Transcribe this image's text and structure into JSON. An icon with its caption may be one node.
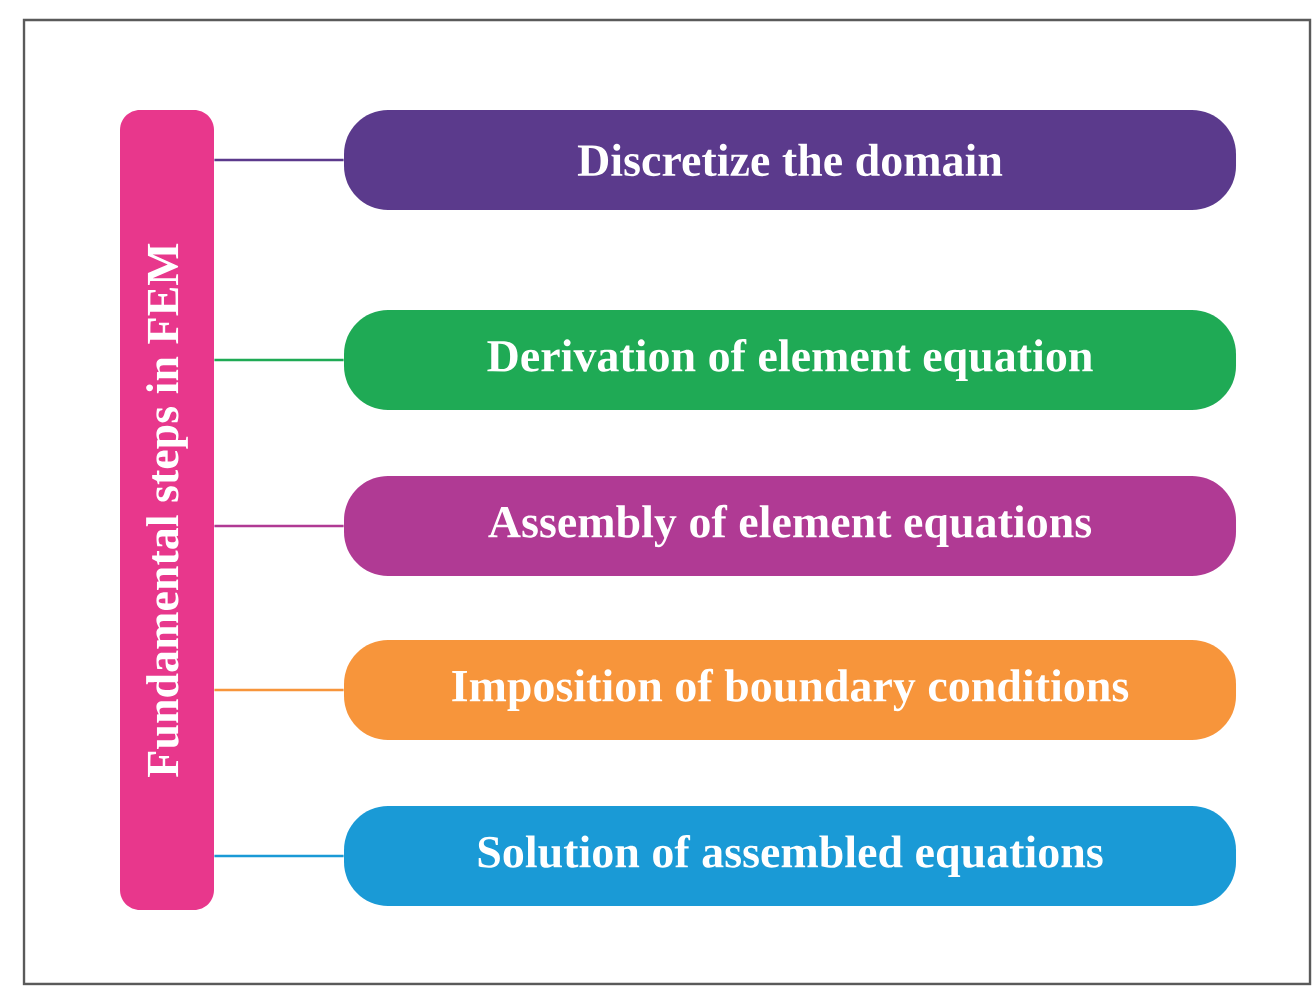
{
  "diagram": {
    "nodes": [
      {
        "text": [
          "Fundamental steps in FEM"
        ]
      },
      {
        "text": [
          "Discretize the domain"
        ]
      },
      {
        "text": [
          "Derivation of element equation"
        ]
      },
      {
        "text": [
          "Assembly of element equations"
        ]
      },
      {
        "text": [
          "Imposition of boundary conditions"
        ]
      },
      {
        "text": [
          "Solution of assembled equations"
        ]
      }
    ],
    "edges": [
      {
        "from": 0,
        "to": 1,
        "arrow": "none",
        "color": "#5b3a8c"
      },
      {
        "from": 0,
        "to": 2,
        "arrow": "none",
        "color": "#1faa55"
      },
      {
        "from": 0,
        "to": 3,
        "arrow": "none",
        "color": "#b03a94"
      },
      {
        "from": 0,
        "to": 4,
        "arrow": "none",
        "color": "#f7953b"
      },
      {
        "from": 0,
        "to": 5,
        "arrow": "none",
        "color": "#1a9ad6"
      }
    ]
  }
}
